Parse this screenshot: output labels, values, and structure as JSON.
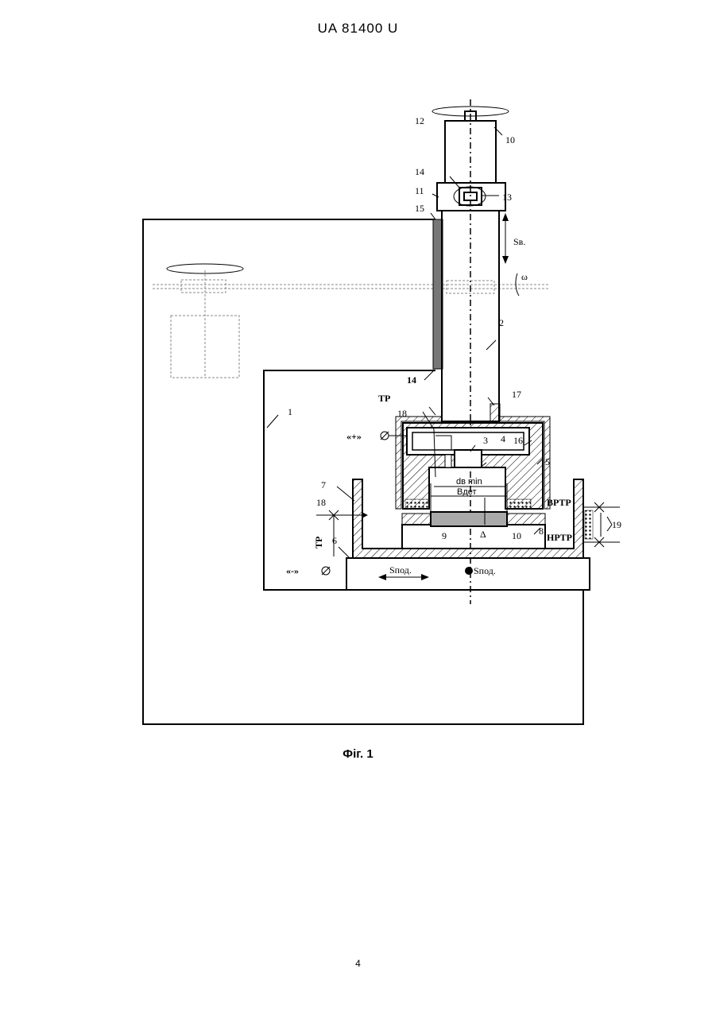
{
  "header": {
    "doc_number": "UA   81400   U"
  },
  "caption": "Фіг. 1",
  "page_number": "4",
  "labels": {
    "l1": "1",
    "l2": "2",
    "l3": "3",
    "l4": "4",
    "l5": "5",
    "l6": "6",
    "l7": "7",
    "l8": "8",
    "l9": "9",
    "l10a": "10",
    "l10b": "10",
    "l11": "11",
    "l12": "12",
    "l13": "13",
    "l14a": "14",
    "l14b": "14",
    "l15": "15",
    "l16": "16",
    "l17": "17",
    "l18a": "18",
    "l18b": "18",
    "l19": "19",
    "tp_top": "TP",
    "tp_left": "TP",
    "plus_terminal": "«+»",
    "minus_terminal": "«-»",
    "s_b": "Sв.",
    "d_min": "dв min",
    "b_det": "Bдет",
    "delta": "Δ",
    "vrtr": "BPTP",
    "nrtr": "HPTP",
    "s_pod_h": "Sпод.",
    "s_pod_v": "Sпод.",
    "omega": "ω"
  },
  "colors": {
    "line": "#000000",
    "gray_bar": "#777777",
    "ghost": "#888888",
    "hatch": "#000000"
  }
}
